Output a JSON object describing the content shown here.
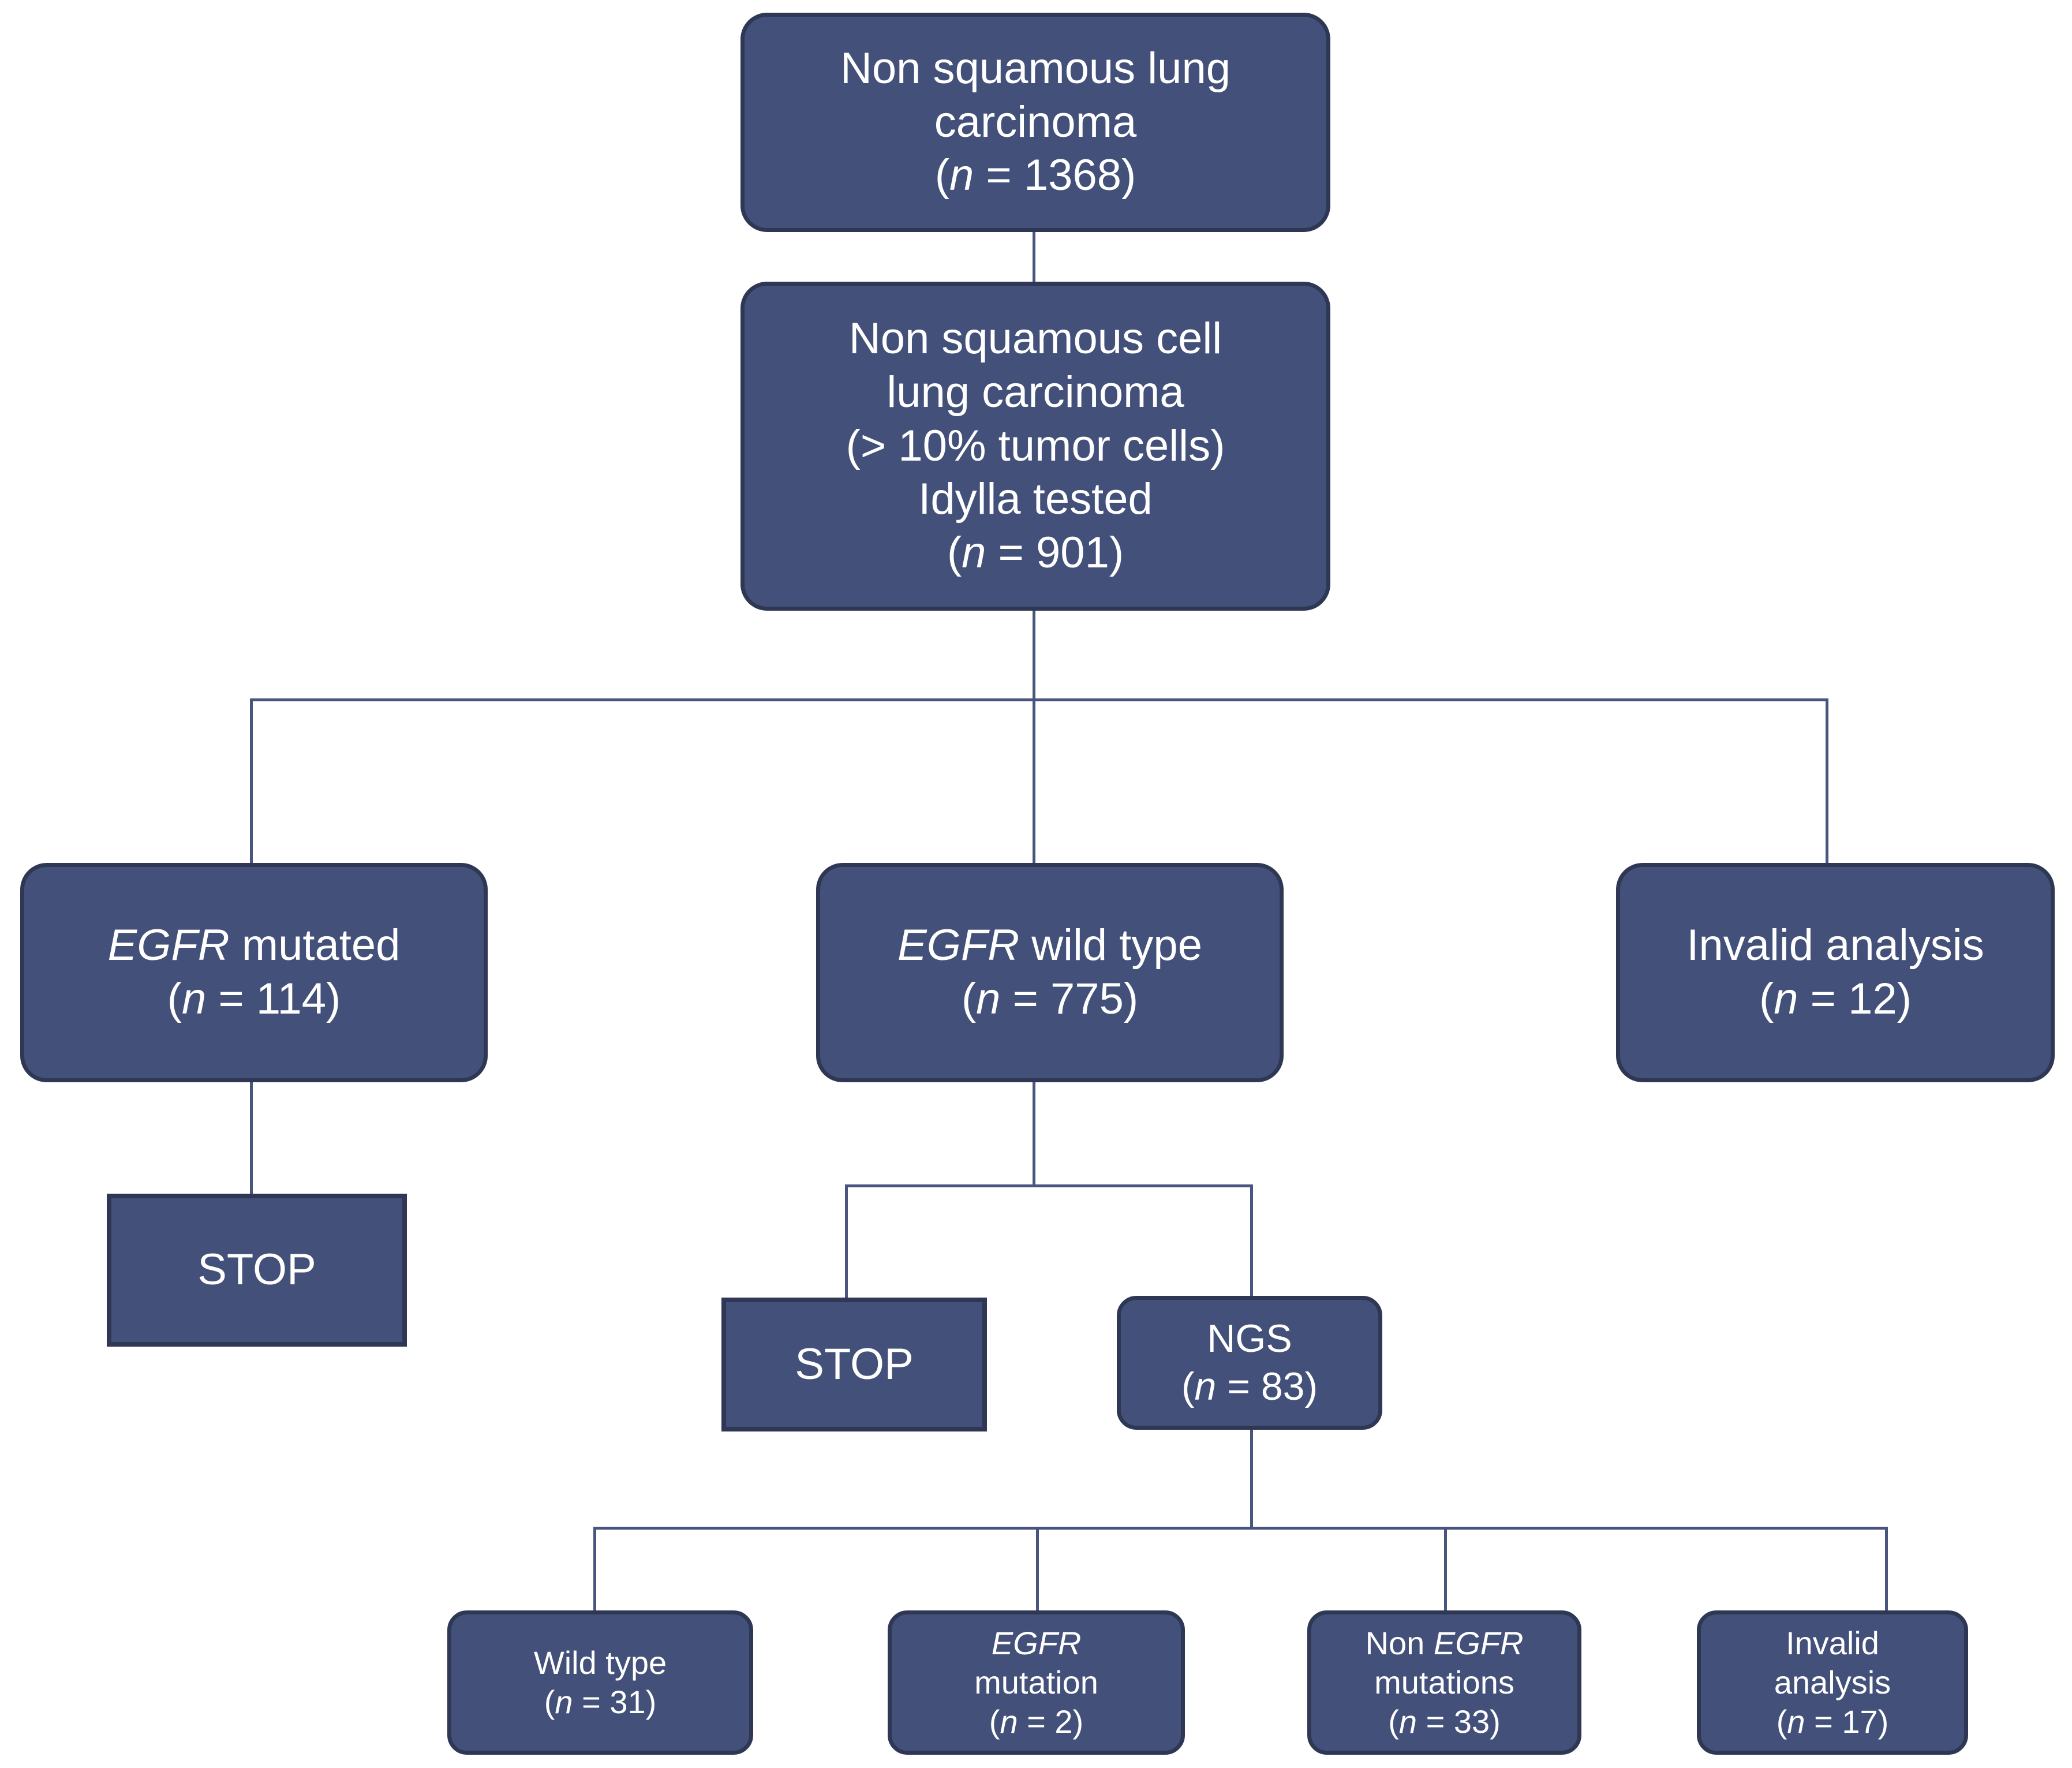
{
  "diagram": {
    "title": "Non squamous lung carcinoma EGFR testing flow",
    "colors": {
      "box_fill": "#43507a",
      "box_border": "#2e3855",
      "connector": "#48557e",
      "text": "#ffffff",
      "background": "#ffffff"
    },
    "nodes": {
      "cohort_total": {
        "lines": [
          "Non squamous lung",
          "carcinoma"
        ],
        "count_prefix": "(",
        "count_italic": "n",
        "count_suffix": " = 1368)"
      },
      "idylla_tested": {
        "lines": [
          "Non squamous cell",
          "lung carcinoma",
          "(> 10% tumor cells)",
          "Idylla tested"
        ],
        "count_prefix": "(",
        "count_italic": "n",
        "count_suffix": " = 901)"
      },
      "egfr_mutated": {
        "label_italic": "EGFR",
        "label_rest": " mutated",
        "count_prefix": "(",
        "count_italic": "n",
        "count_suffix": " = 114)"
      },
      "egfr_wild_type": {
        "label_italic": "EGFR",
        "label_rest": " wild type",
        "count_prefix": "(",
        "count_italic": "n",
        "count_suffix": " = 775)"
      },
      "invalid_analysis_idylla": {
        "label": "Invalid analysis",
        "count_prefix": "(",
        "count_italic": "n",
        "count_suffix": " = 12)"
      },
      "stop_left": {
        "label": "STOP"
      },
      "stop_middle": {
        "label": "STOP"
      },
      "ngs": {
        "label": "NGS",
        "count_prefix": "(",
        "count_italic": "n",
        "count_suffix": " = 83)"
      },
      "ngs_wild_type": {
        "label": "Wild type",
        "count_prefix": "(",
        "count_italic": "n",
        "count_suffix": " = 31)"
      },
      "ngs_egfr_mutation": {
        "label_italic": "EGFR",
        "label_rest": "mutation",
        "count_prefix": "(",
        "count_italic": "n",
        "count_suffix": " = 2)"
      },
      "ngs_non_egfr_mutations": {
        "label_pre": "Non ",
        "label_italic": "EGFR",
        "label_rest": "mutations",
        "count_prefix": "(",
        "count_italic": "n",
        "count_suffix": " = 33)"
      },
      "ngs_invalid_analysis": {
        "line1": "Invalid",
        "line2": "analysis",
        "count_prefix": "(",
        "count_italic": "n",
        "count_suffix": " = 17)"
      }
    }
  }
}
